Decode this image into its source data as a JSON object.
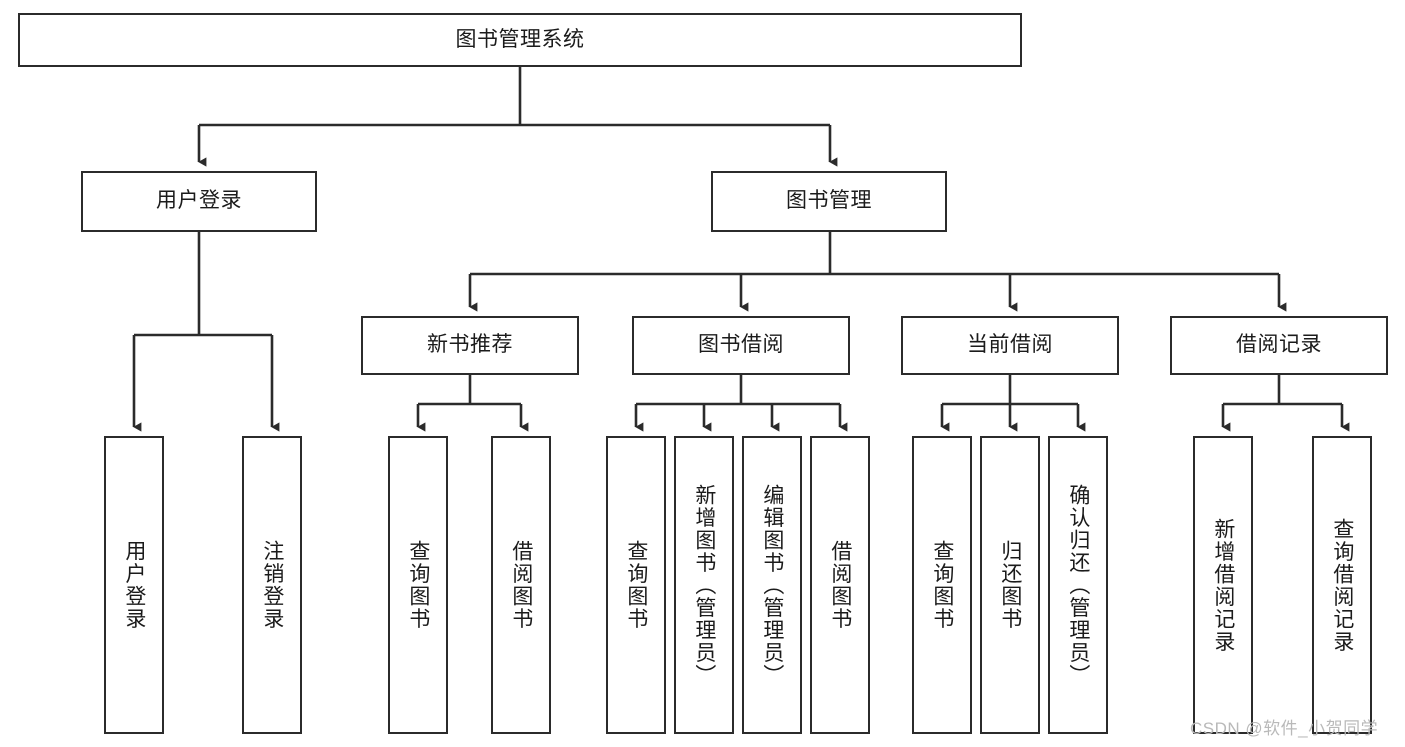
{
  "diagram": {
    "title": "图书管理系统",
    "type": "tree-hierarchy-chart",
    "orientation": "top-down",
    "colors": {
      "stroke": "#2b2b2b",
      "fill": "#ffffff",
      "text": "#1b1b1b",
      "watermark": "#b9b9b9"
    },
    "root": {
      "label": "图书管理系统"
    },
    "level2": [
      {
        "label": "用户登录"
      },
      {
        "label": "图书管理"
      }
    ],
    "level3": [
      {
        "label": "新书推荐"
      },
      {
        "label": "图书借阅"
      },
      {
        "label": "当前借阅"
      },
      {
        "label": "借阅记录"
      }
    ],
    "leaves": {
      "user_login": [
        {
          "label": "用户登录"
        },
        {
          "label": "注销登录"
        }
      ],
      "new_book_recommend": [
        {
          "label": "查询图书"
        },
        {
          "label": "借阅图书"
        }
      ],
      "book_borrow": [
        {
          "label": "查询图书"
        },
        {
          "label": "新增图书（管理员）"
        },
        {
          "label": "编辑图书（管理员）"
        },
        {
          "label": "借阅图书"
        }
      ],
      "current_borrow": [
        {
          "label": "查询图书"
        },
        {
          "label": "归还图书"
        },
        {
          "label": "确认归还（管理员）"
        }
      ],
      "borrow_record": [
        {
          "label": "新增借阅记录"
        },
        {
          "label": "查询借阅记录"
        }
      ]
    }
  },
  "watermark": {
    "text": "CSDN @软件_小贺同学"
  }
}
